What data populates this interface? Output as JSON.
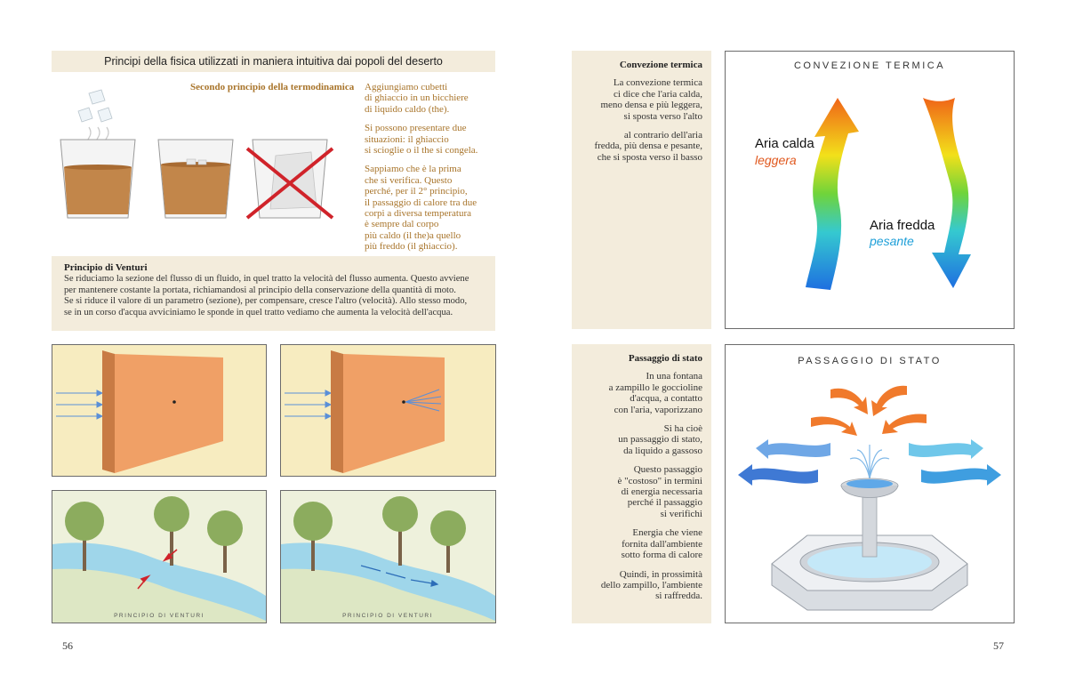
{
  "left": {
    "header": "Principi della fisica utilizzati in maniera intuitiva dai popoli del deserto",
    "thermo": {
      "heading": "Secondo principio della termodinamica",
      "paragraphs": [
        "Aggiungiamo cubetti\ndi ghiaccio in un bicchiere\ndi liquido caldo (the).",
        "Si possono presentare due\nsituazioni: il ghiaccio\nsi scioglie o il the si congela.",
        "Sappiamo che è la prima\nche si verifica. Questo\nperché, per il 2° principio,\nil passaggio di calore tra due\ncorpi a diversa temperatura\nè sempre dal corpo\npiù caldo (il the)a quello\npiù freddo (il ghiaccio)."
      ]
    },
    "venturi": {
      "heading": "Principio di Venturi",
      "lines": [
        "Se riduciamo la sezione del flusso di un fluido, in quel tratto la velocità del flusso aumenta. Questo avviene",
        "per mantenere costante la portata, richiamandosi al principio della conservazione della quantità di moto.",
        "Se si riduce il valore di un parametro (sezione), per compensare, cresce l'altro (velocità). Allo stesso modo,",
        "se in un corso d'acqua avviciniamo le sponde in quel tratto vediamo che aumenta la velocità dell'acqua."
      ]
    },
    "river_caption_1": "PRINCIPIO DI VENTURI",
    "river_caption_2": "PRINCIPIO DI VENTURI",
    "page_number": "56"
  },
  "right": {
    "convection": {
      "heading": "Convezione termica",
      "paragraphs": [
        "La convezione termica\nci dice che l'aria calda,\nmeno densa e più leggera,\nsi sposta verso l'alto",
        "al contrario dell'aria\nfredda, più densa e pesante,\nche si sposta verso il basso"
      ],
      "figure_title": "CONVEZIONE TERMICA",
      "hot_label": "Aria calda",
      "hot_sub": "leggera",
      "cold_label": "Aria fredda",
      "cold_sub": "pesante"
    },
    "phase": {
      "heading": "Passaggio di stato",
      "paragraphs": [
        "In una fontana\na zampillo le goccioline\nd'acqua, a contatto\ncon l'aria, vaporizzano",
        "Si ha cioè\nun passaggio di stato,\nda liquido a gassoso",
        "Questo passaggio\nè \"costoso\" in termini\ndi energia necessaria\nperché il passaggio\nsi verifichi",
        "Energia che viene\nfornita dall'ambiente\nsotto forma di calore",
        "Quindi, in prossimità\ndello zampillo, l'ambiente\nsi raffredda."
      ],
      "figure_title": "PASSAGGIO DI STATO"
    },
    "page_number": "57"
  },
  "colors": {
    "beige": "#f3ecdc",
    "gold_text": "#a8742a",
    "wall_orange": "#f0a066",
    "panel_yellow": "#f7ecc0",
    "water_blue": "#9fd6ea"
  }
}
